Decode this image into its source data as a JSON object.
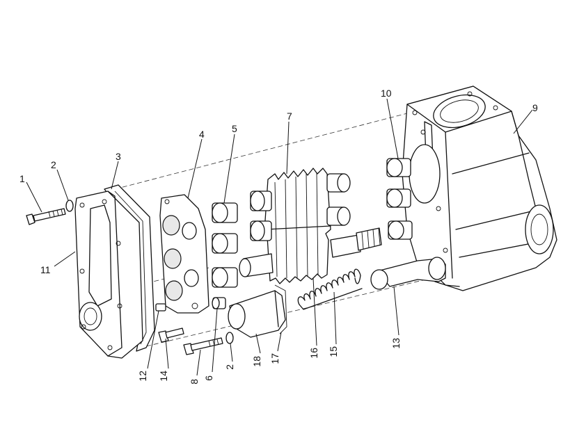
{
  "labels": {
    "l1": "1",
    "l2a": "2",
    "l2b": "2",
    "l3": "3",
    "l4": "4",
    "l5": "5",
    "l6": "6",
    "l7": "7",
    "l8": "8",
    "l9": "9",
    "l10": "10",
    "l11": "11",
    "l12": "12",
    "l13": "13",
    "l14": "14",
    "l15": "15",
    "l16": "16",
    "l17": "17",
    "l18": "18"
  }
}
